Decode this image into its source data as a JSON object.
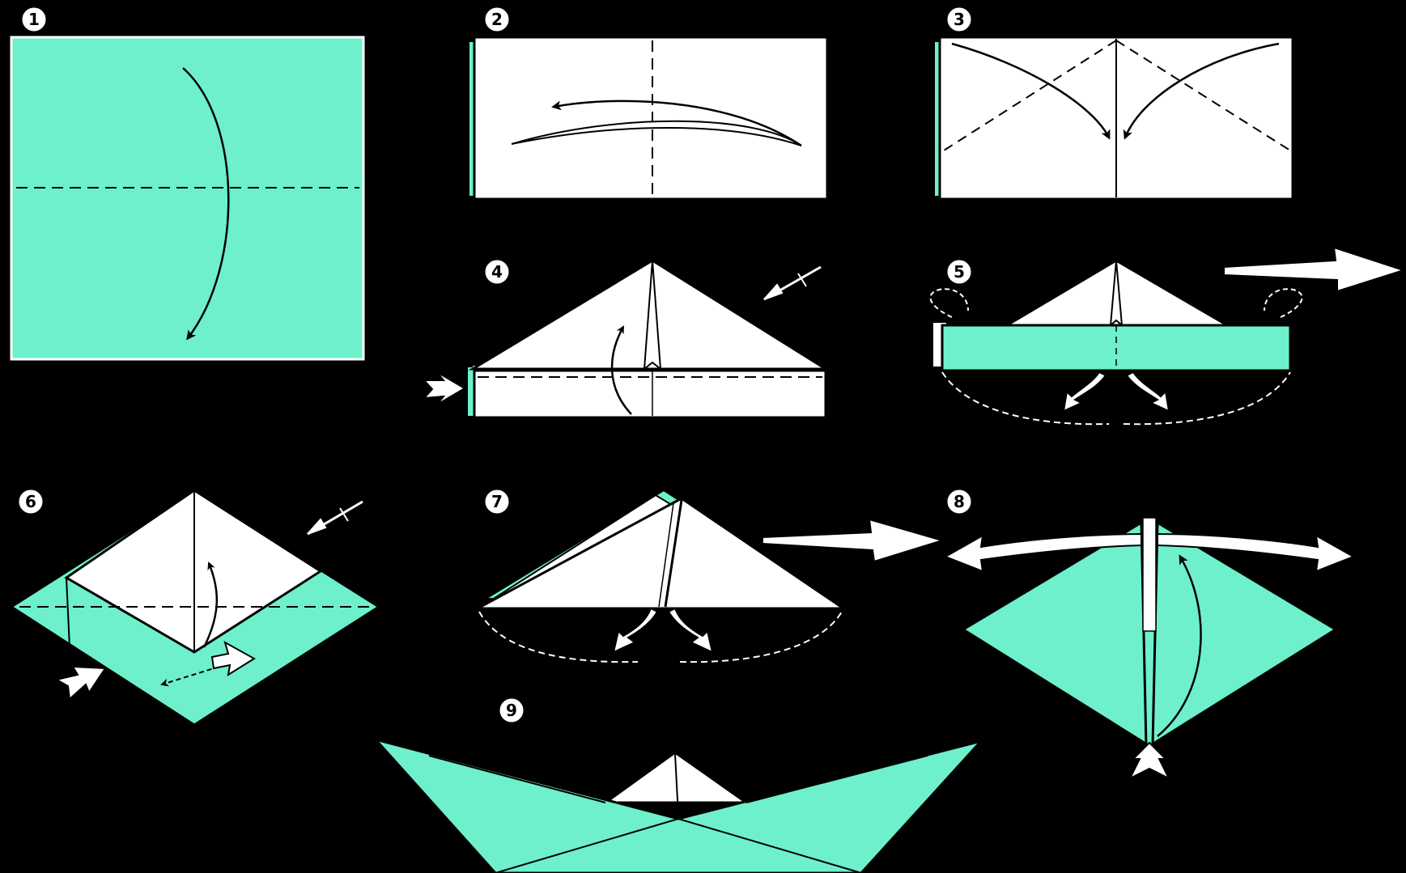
{
  "colors": {
    "background": "#000000",
    "paper_front": "#6df0cb",
    "paper_back": "#ffffff",
    "line": "#000000"
  },
  "steps": [
    {
      "number": "1"
    },
    {
      "number": "2"
    },
    {
      "number": "3"
    },
    {
      "number": "4"
    },
    {
      "number": "5"
    },
    {
      "number": "6"
    },
    {
      "number": "7"
    },
    {
      "number": "8"
    },
    {
      "number": "9"
    }
  ],
  "icons": {
    "fold_arrow": "curved-arrow-icon",
    "next_step_arrow": "hollow-arrow-icon",
    "valley_fold": "dashed-line",
    "turn_over": "turn-over-icon",
    "pull_apart": "double-headed-arrow-icon"
  }
}
